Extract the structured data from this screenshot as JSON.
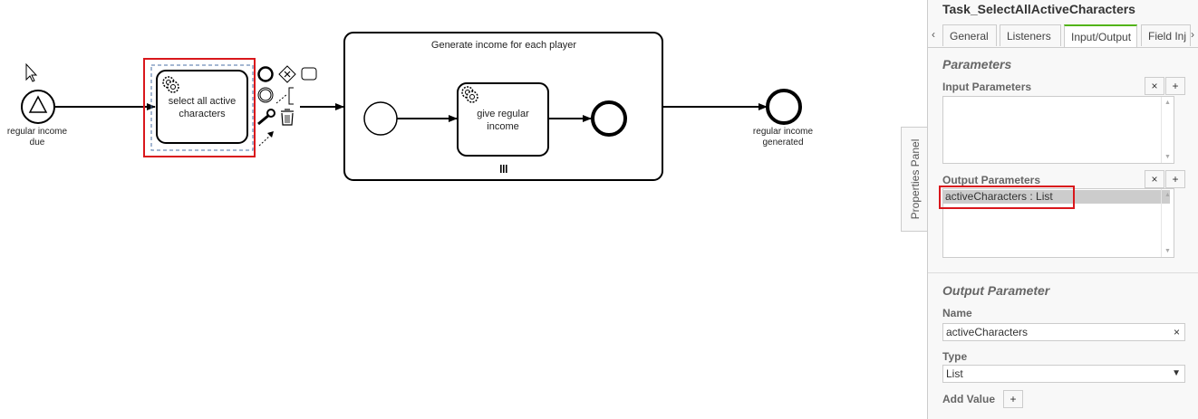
{
  "diagram": {
    "start_event_label": [
      "regular income",
      "due"
    ],
    "task1_label": [
      "select all active",
      "characters"
    ],
    "subprocess_label": "Generate income for each player",
    "task2_label": [
      "give regular",
      "income"
    ],
    "end_event_label": [
      "regular income",
      "generated"
    ]
  },
  "properties_tab_label": "Properties Panel",
  "panel": {
    "title": "Task_SelectAllActiveCharacters",
    "tabs": [
      "General",
      "Listeners",
      "Input/Output",
      "Field Inj"
    ],
    "active_tab": "Input/Output",
    "parameters_header": "Parameters",
    "input_params_label": "Input Parameters",
    "output_params_label": "Output Parameters",
    "output_params_items": [
      "activeCharacters : List"
    ],
    "output_param_header": "Output Parameter",
    "name_label": "Name",
    "name_value": "activeCharacters",
    "type_label": "Type",
    "type_value": "List",
    "add_value_label": "Add Value",
    "remove_symbol": "×",
    "add_symbol": "+"
  },
  "colors": {
    "highlight": "#d9171c",
    "active_tab": "#52b415"
  }
}
